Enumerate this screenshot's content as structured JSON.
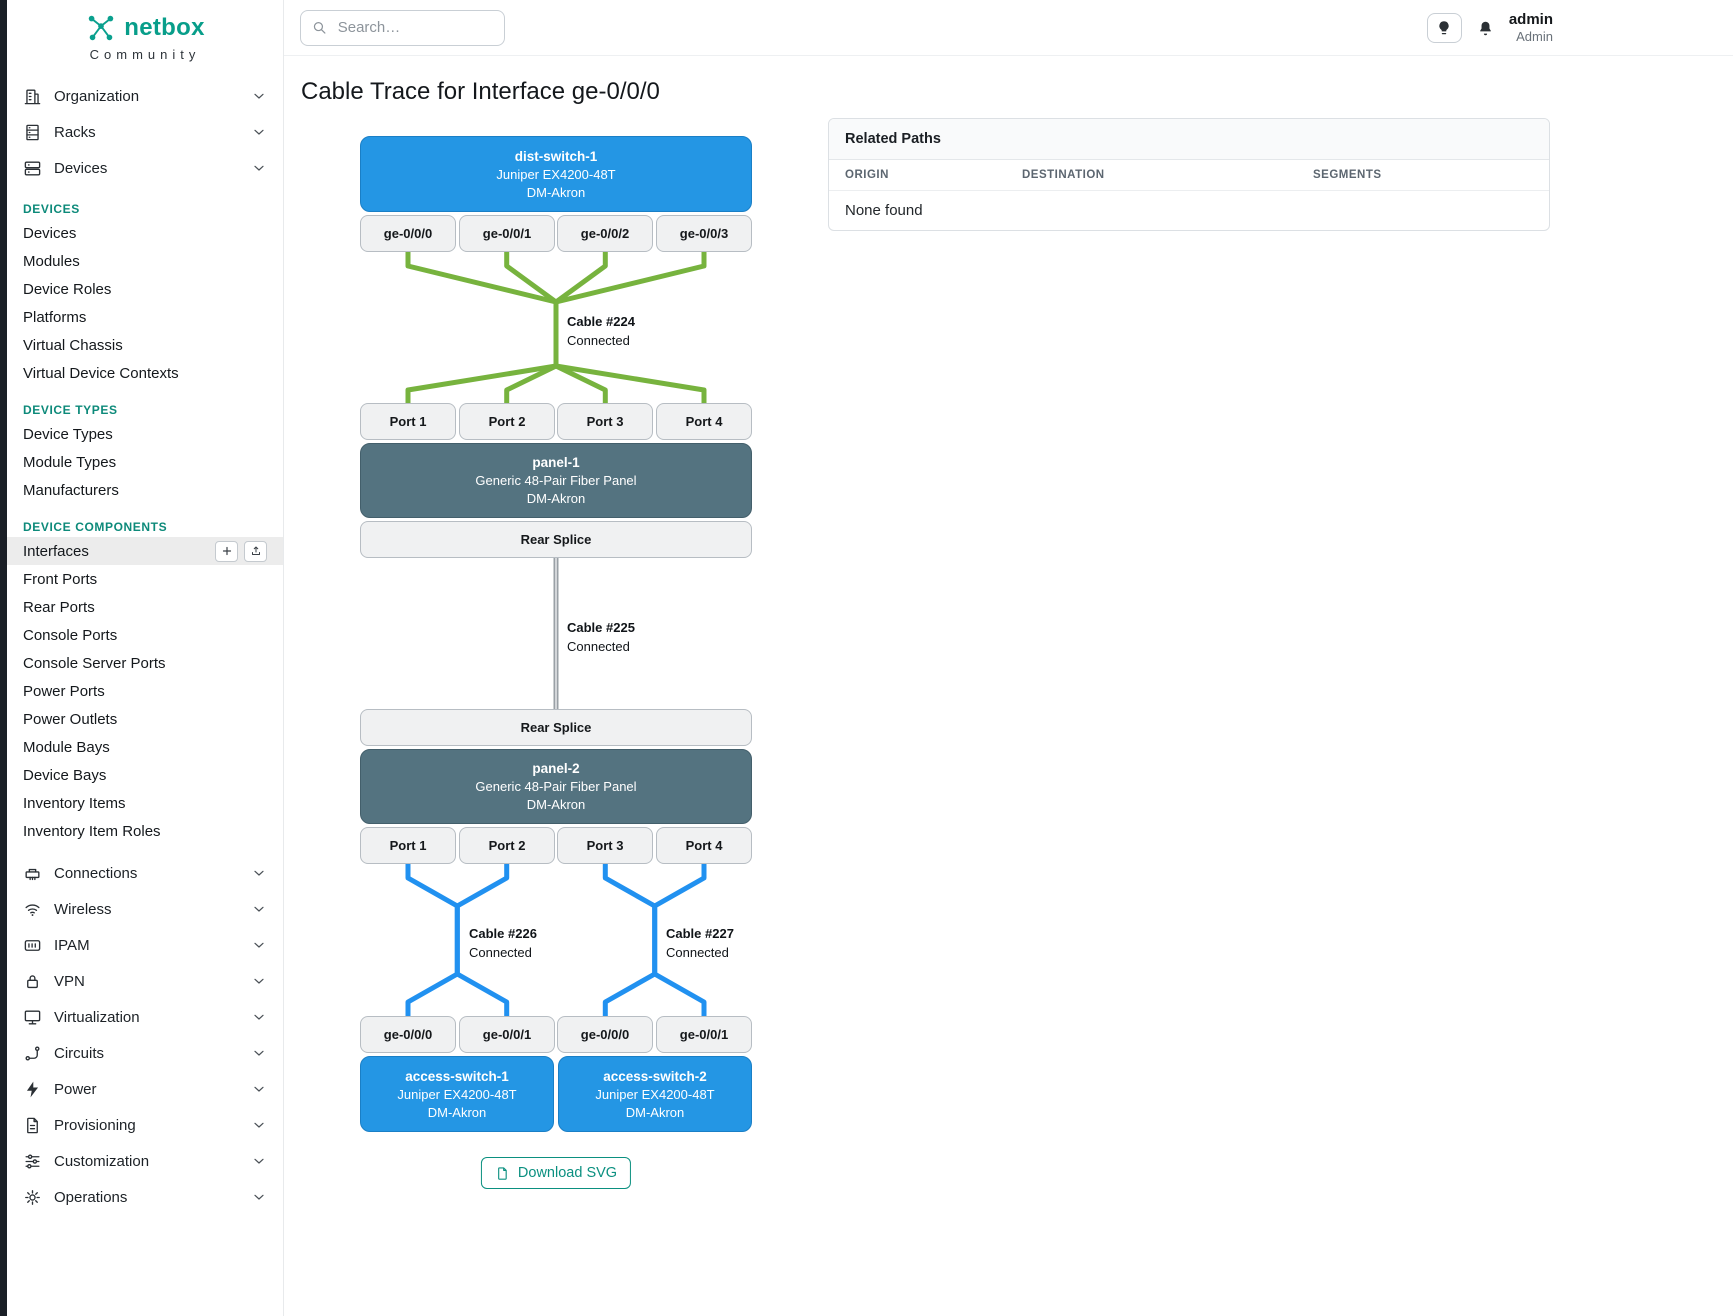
{
  "brand": {
    "name": "netbox",
    "tagline": "Community"
  },
  "header": {
    "search_placeholder": "Search…",
    "user_name": "admin",
    "user_role": "Admin"
  },
  "sidebar": {
    "groups_top": [
      {
        "label": "Organization"
      },
      {
        "label": "Racks"
      },
      {
        "label": "Devices"
      }
    ],
    "sections": [
      {
        "heading": "DEVICES",
        "items": [
          "Devices",
          "Modules",
          "Device Roles",
          "Platforms",
          "Virtual Chassis",
          "Virtual Device Contexts"
        ]
      },
      {
        "heading": "DEVICE TYPES",
        "items": [
          "Device Types",
          "Module Types",
          "Manufacturers"
        ]
      },
      {
        "heading": "DEVICE COMPONENTS",
        "items": [
          "Interfaces",
          "Front Ports",
          "Rear Ports",
          "Console Ports",
          "Console Server Ports",
          "Power Ports",
          "Power Outlets",
          "Module Bays",
          "Device Bays",
          "Inventory Items",
          "Inventory Item Roles"
        ]
      }
    ],
    "active_item": "Interfaces",
    "groups_bottom": [
      {
        "label": "Connections"
      },
      {
        "label": "Wireless"
      },
      {
        "label": "IPAM"
      },
      {
        "label": "VPN"
      },
      {
        "label": "Virtualization"
      },
      {
        "label": "Circuits"
      },
      {
        "label": "Power"
      },
      {
        "label": "Provisioning"
      },
      {
        "label": "Customization"
      },
      {
        "label": "Operations"
      }
    ]
  },
  "page": {
    "title": "Cable Trace for Interface ge-0/0/0"
  },
  "trace": {
    "top_device": {
      "name": "dist-switch-1",
      "model": "Juniper EX4200-48T",
      "site": "DM-Akron",
      "interfaces": [
        "ge-0/0/0",
        "ge-0/0/1",
        "ge-0/0/2",
        "ge-0/0/3"
      ]
    },
    "cables": [
      {
        "label": "Cable #224",
        "status": "Connected",
        "color": "#77b33e"
      },
      {
        "label": "Cable #225",
        "status": "Connected",
        "color": "#9aa0a6"
      },
      {
        "label": "Cable #226",
        "status": "Connected",
        "color": "#2191f0"
      },
      {
        "label": "Cable #227",
        "status": "Connected",
        "color": "#2191f0"
      }
    ],
    "panel1": {
      "name": "panel-1",
      "model": "Generic 48-Pair Fiber Panel",
      "site": "DM-Akron",
      "front_ports": [
        "Port 1",
        "Port 2",
        "Port 3",
        "Port 4"
      ],
      "rear_port": "Rear Splice"
    },
    "panel2": {
      "name": "panel-2",
      "model": "Generic 48-Pair Fiber Panel",
      "site": "DM-Akron",
      "front_ports": [
        "Port 1",
        "Port 2",
        "Port 3",
        "Port 4"
      ],
      "rear_port": "Rear Splice"
    },
    "bottom_devices": [
      {
        "name": "access-switch-1",
        "model": "Juniper EX4200-48T",
        "site": "DM-Akron",
        "interfaces": [
          "ge-0/0/0",
          "ge-0/0/1"
        ]
      },
      {
        "name": "access-switch-2",
        "model": "Juniper EX4200-48T",
        "site": "DM-Akron",
        "interfaces": [
          "ge-0/0/0",
          "ge-0/0/1"
        ]
      }
    ],
    "download_label": "Download SVG",
    "colors": {
      "device_fill": "#2496e4",
      "panel_fill": "#547380",
      "brand_teal": "#0b9080"
    }
  },
  "related_paths": {
    "title": "Related Paths",
    "columns": [
      "ORIGIN",
      "DESTINATION",
      "SEGMENTS"
    ],
    "empty_text": "None found"
  }
}
